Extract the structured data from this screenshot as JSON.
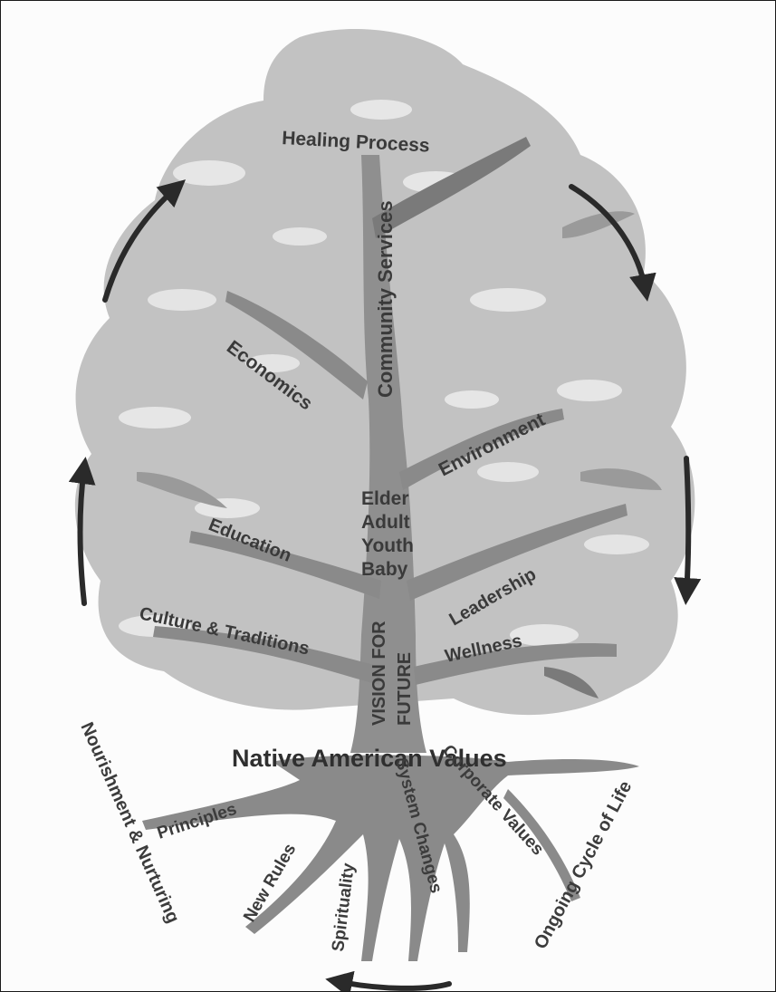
{
  "diagram": {
    "crown_labels": {
      "healing_process": "Healing Process",
      "community_services": "Community Services",
      "economics": "Economics",
      "environment": "Environment",
      "education": "Education",
      "leadership": "Leadership",
      "culture_traditions": "Culture & Traditions",
      "wellness": "Wellness"
    },
    "generations": [
      "Elder",
      "Adult",
      "Youth",
      "Baby"
    ],
    "trunk_label": {
      "line1": "VISION FOR",
      "line2": "FUTURE"
    },
    "title": "Native American Values",
    "root_labels": {
      "principles": "Principles",
      "new_rules": "New Rules",
      "spirituality": "Spirituality",
      "system_changes": "System Changes",
      "corporate_values": "Corporate Values"
    },
    "outer_labels": {
      "left": "Nourishment & Nurturing",
      "right": "Ongoing Cycle of Life"
    },
    "colors": {
      "foliage": "#c2c2c2",
      "foliage_shadow": "#a6a6a6",
      "trunk": "#8f8f8f",
      "branch_dark": "#7a7a7a",
      "arrow": "#2a2a2a"
    }
  }
}
